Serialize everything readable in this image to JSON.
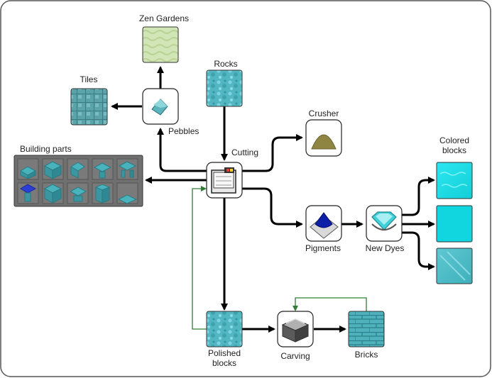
{
  "nodes": {
    "zen_gardens": "Zen Gardens",
    "tiles": "Tiles",
    "rocks": "Rocks",
    "pebbles": "Pebbles",
    "crusher": "Crusher",
    "building_parts": "Building parts",
    "cutting": "Cutting",
    "colored_blocks_line1": "Colored",
    "colored_blocks_line2": "blocks",
    "pigments": "Pigments",
    "new_dyes": "New Dyes",
    "polished_blocks_line1": "Polished",
    "polished_blocks_line2": "blocks",
    "carving": "Carving",
    "bricks": "Bricks"
  },
  "colors": {
    "main_arrow": "#000000",
    "feedback_arrow": "#2e7d32",
    "frame": "#555555"
  },
  "icons": {
    "zen_gardens": "sand-texture-icon",
    "tiles": "tile-block-icon",
    "rocks": "rock-block-icon",
    "pebbles": "pebble-icon",
    "crusher": "crushed-dust-icon",
    "cutting": "cutting-machine-icon",
    "building_parts": "building-parts-grid-icon",
    "colored_blocks": "colored-block-icons",
    "pigments": "pigment-icon",
    "new_dyes": "dye-icon",
    "polished_blocks": "polished-block-icon",
    "carving": "carving-machine-icon",
    "bricks": "brick-block-icon"
  }
}
